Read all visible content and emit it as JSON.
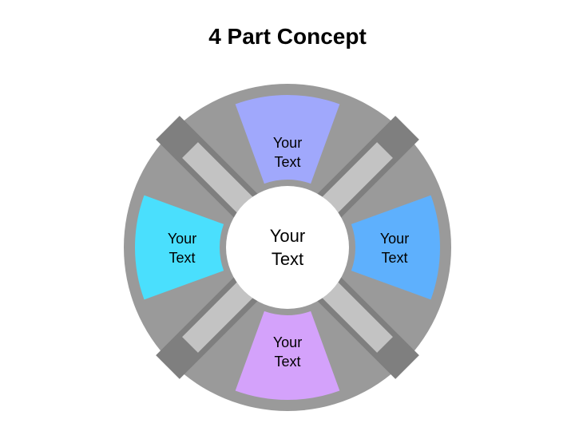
{
  "title": "4 Part Concept",
  "segments": {
    "top": {
      "line1": "Your",
      "line2": "Text",
      "color": "#a0a8fc"
    },
    "left": {
      "line1": "Your",
      "line2": "Text",
      "color": "#4adffd"
    },
    "right": {
      "line1": "Your",
      "line2": "Text",
      "color": "#5eb0fd"
    },
    "bottom": {
      "line1": "Your",
      "line2": "Text",
      "color": "#d4a2fb"
    }
  },
  "center": {
    "line1": "Your",
    "line2": "Text",
    "color": "#ffffff"
  },
  "ring_color": "#9a9a9a",
  "connector_color": "#c3c3c3",
  "divider_color": "#7f7f7f"
}
